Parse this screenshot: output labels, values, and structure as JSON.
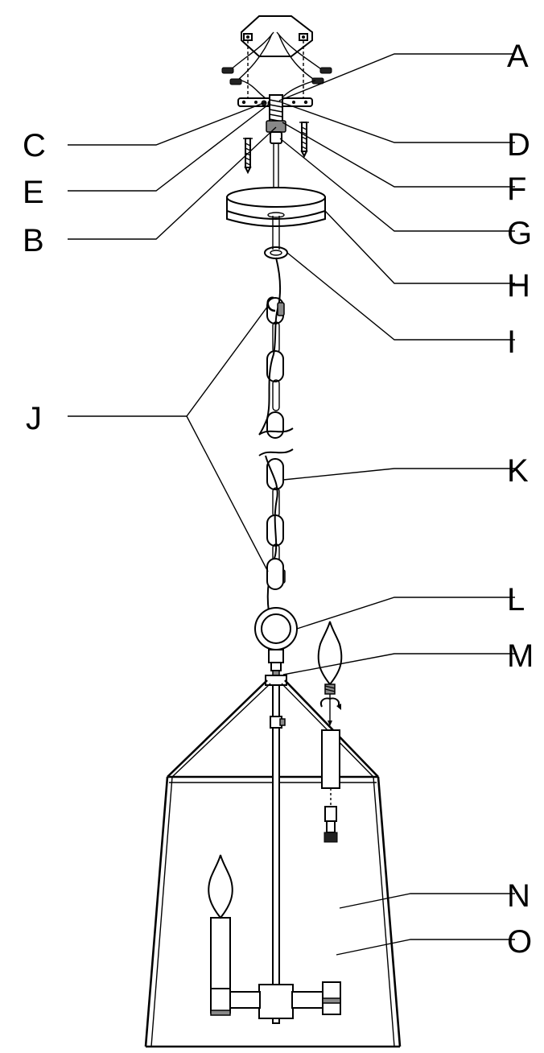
{
  "labels": {
    "A": "A",
    "B": "B",
    "C": "C",
    "D": "D",
    "E": "E",
    "F": "F",
    "G": "G",
    "H": "H",
    "I": "I",
    "J": "J",
    "K": "K",
    "L": "L",
    "M": "M",
    "N": "N",
    "O": "O"
  }
}
